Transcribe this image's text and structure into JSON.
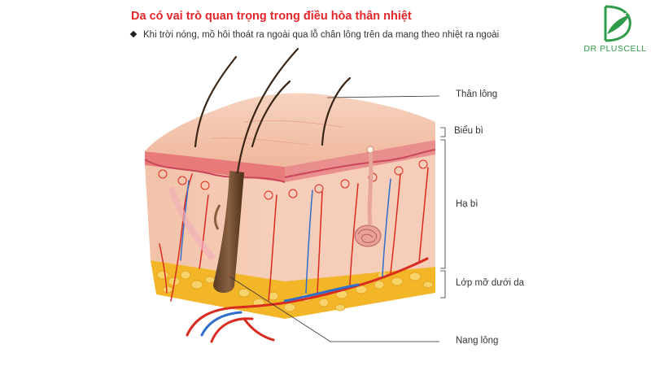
{
  "title": "Da có vai trò quan trọng trong điều hòa thân nhiệt",
  "bullet_text": "Khi trời nóng, mồ hôi thoát ra ngoài qua lỗ chân lông trên da mang theo nhiệt ra ngoài",
  "logo": {
    "text": "DR PLUSCELL",
    "letter": "D"
  },
  "labels": {
    "hair_shaft": "Thân lông",
    "epidermis": "Biểu bì",
    "dermis": "Hạ bì",
    "subcutaneous_fat": "Lớp mỡ dưới da",
    "hair_follicle": "Nang lông"
  },
  "colors": {
    "title": "#e5262b",
    "brand_green": "#2f9a48",
    "artery": "#d92b1f",
    "vein": "#2f6fc9",
    "fat": "#f2b628",
    "skin": "#f4c4ad"
  }
}
